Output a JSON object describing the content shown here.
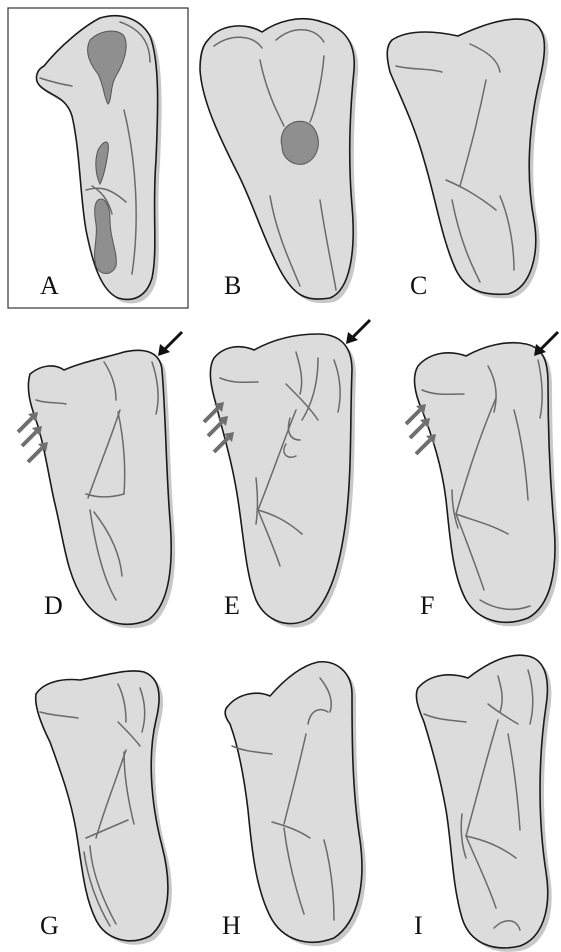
{
  "panels": [
    {
      "id": "A",
      "label": "A",
      "framed": true
    },
    {
      "id": "B",
      "label": "B",
      "framed": false
    },
    {
      "id": "C",
      "label": "C",
      "framed": false
    },
    {
      "id": "D",
      "label": "D",
      "framed": false
    },
    {
      "id": "E",
      "label": "E",
      "framed": false
    },
    {
      "id": "F",
      "label": "F",
      "framed": false
    },
    {
      "id": "G",
      "label": "G",
      "framed": false
    },
    {
      "id": "H",
      "label": "H",
      "framed": false
    },
    {
      "id": "I",
      "label": "I",
      "framed": false
    }
  ],
  "colors": {
    "tooth_fill": "#dcdcdc",
    "outline": "#1a1a1a",
    "groove": "#6a6a6a",
    "cavity": "#8f8f8f",
    "arrow_black": "#111111",
    "arrow_gray": "#6f6f6f"
  }
}
